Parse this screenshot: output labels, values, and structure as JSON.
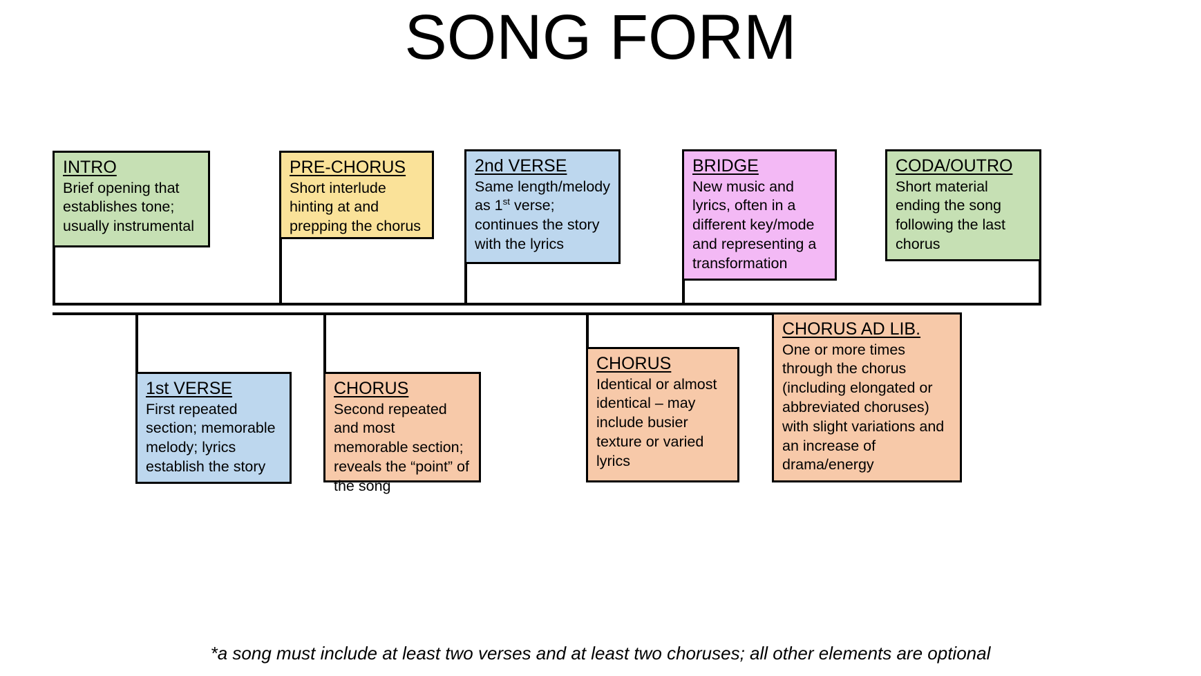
{
  "page": {
    "title": "SONG FORM",
    "footnote": "*a song must include at least two verses and at least two choruses; all other elements are optional",
    "background": "#ffffff",
    "line_color": "#000000"
  },
  "palette": {
    "green": "#c6e0b4",
    "yellow": "#fae299",
    "blue": "#bdd7ee",
    "magenta": "#f3b9f5",
    "peach": "#f7c9a9",
    "border": "#000000"
  },
  "boxes": [
    {
      "id": "intro",
      "heading": "INTRO",
      "body": "Brief opening that establishes tone; usually instrumental",
      "color": "#c6e0b4",
      "row": "top"
    },
    {
      "id": "first-verse",
      "heading": "1st VERSE",
      "body": "First repeated section; memorable melody; lyrics establish the story",
      "color": "#bdd7ee",
      "row": "bottom"
    },
    {
      "id": "pre-chorus",
      "heading": "PRE-CHORUS",
      "body": "Short interlude hinting at and prepping the chorus",
      "color": "#fae299",
      "row": "top"
    },
    {
      "id": "chorus-1",
      "heading": "CHORUS",
      "body": "Second repeated and most memorable section; reveals the “point” of the song",
      "color": "#f7c9a9",
      "row": "bottom"
    },
    {
      "id": "second-verse",
      "heading": "2nd VERSE",
      "body_pre": "Same length/melody as 1",
      "body_sup": "st",
      "body_post": " verse; continues the story with the lyrics",
      "color": "#bdd7ee",
      "row": "top"
    },
    {
      "id": "chorus-2",
      "heading": "CHORUS",
      "body": "Identical or almost identical – may include busier texture or varied lyrics",
      "color": "#f7c9a9",
      "row": "bottom"
    },
    {
      "id": "bridge",
      "heading": "BRIDGE",
      "body": "New music and lyrics, often in a different key/mode and representing a transformation",
      "color": "#f3b9f5",
      "row": "top"
    },
    {
      "id": "chorus-ad-lib",
      "heading": "CHORUS AD LIB.",
      "body": "One or more times through the chorus (including elongated or abbreviated choruses) with slight variations and an increase of drama/energy",
      "color": "#f7c9a9",
      "row": "bottom"
    },
    {
      "id": "coda-outro",
      "heading": "CODA/OUTRO",
      "body": "Short material ending the song following the last chorus",
      "color": "#c6e0b4",
      "row": "top"
    }
  ]
}
